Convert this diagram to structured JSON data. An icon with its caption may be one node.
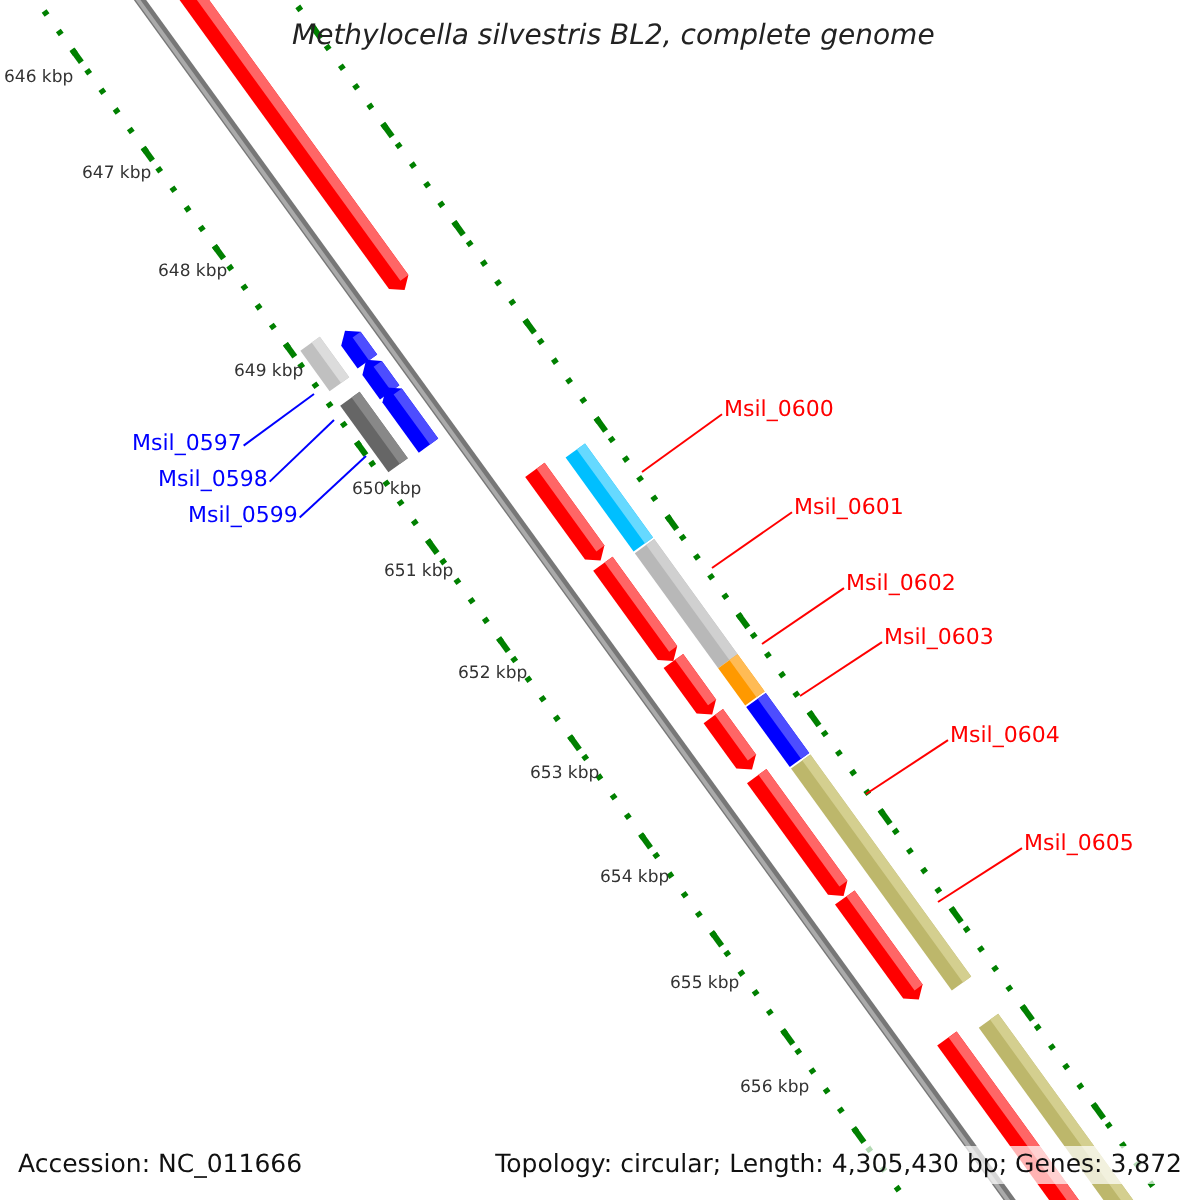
{
  "diagram": {
    "title": "Methylocella silvestris BL2, complete genome",
    "nodes": [
      {
        "text": [
          "Msil_0597"
        ]
      },
      {
        "text": [
          "Msil_0598"
        ]
      },
      {
        "text": [
          "Msil_0599"
        ]
      },
      {
        "text": [
          "Msil_0600"
        ]
      },
      {
        "text": [
          "Msil_0601"
        ]
      },
      {
        "text": [
          "Msil_0602"
        ]
      },
      {
        "text": [
          "Msil_0603"
        ]
      },
      {
        "text": [
          "Msil_0604"
        ]
      },
      {
        "text": [
          "Msil_0605"
        ]
      }
    ],
    "edges": [
      {
        "from": 0,
        "to": null,
        "arrow": "none",
        "color": "#0000ff"
      },
      {
        "from": 1,
        "to": null,
        "arrow": "none",
        "color": "#0000ff"
      },
      {
        "from": 2,
        "to": null,
        "arrow": "none",
        "color": "#0000ff"
      },
      {
        "from": 3,
        "to": null,
        "arrow": "none"
      },
      {
        "from": 4,
        "to": null,
        "arrow": "none"
      },
      {
        "from": 5,
        "to": null,
        "arrow": "none"
      },
      {
        "from": 6,
        "to": null,
        "arrow": "none"
      },
      {
        "from": 7,
        "to": null,
        "arrow": "none"
      },
      {
        "from": 8,
        "to": null,
        "arrow": "none"
      }
    ],
    "labels": [
      "646 kbp",
      "647 kbp",
      "648 kbp",
      "649 kbp",
      "650 kbp",
      "651 kbp",
      "652 kbp",
      "653 kbp",
      "654 kbp",
      "655 kbp",
      "656 kbp",
      "Accession: NC_011666",
      "Topology: circular; Length: 4,305,430 bp; Genes: 3,872"
    ]
  }
}
